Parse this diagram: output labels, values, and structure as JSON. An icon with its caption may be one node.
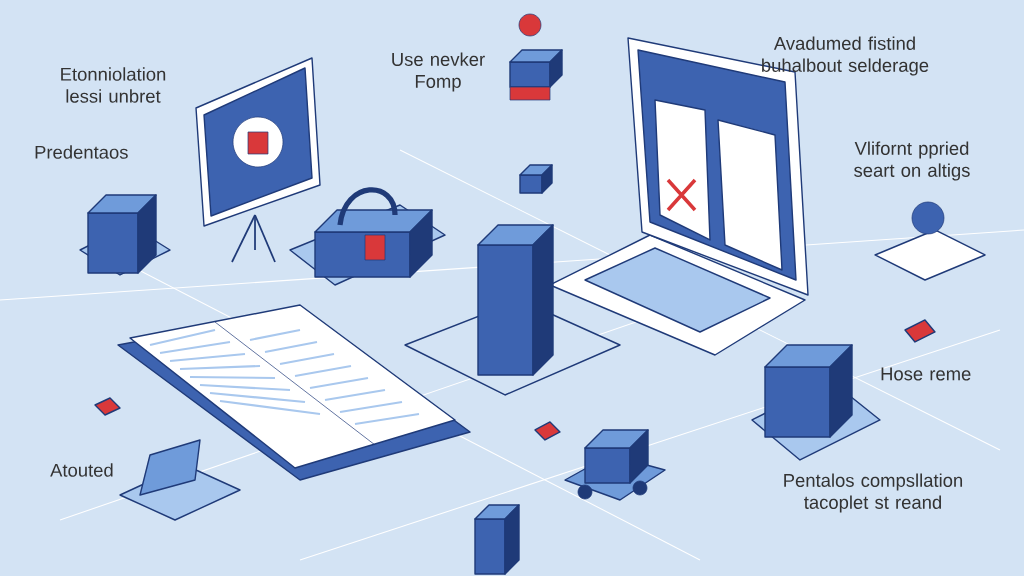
{
  "diagram": {
    "labels": [
      "Etonniolation lessi unbret",
      "Use nevker Fomp",
      "Avadumed fistind buhalbout selderage",
      "Predentaos",
      "Vlifornt ppried seart on altigs",
      "Hose reme",
      "Atouted",
      "Pentalos compsllation tacoplet st reand"
    ]
  }
}
